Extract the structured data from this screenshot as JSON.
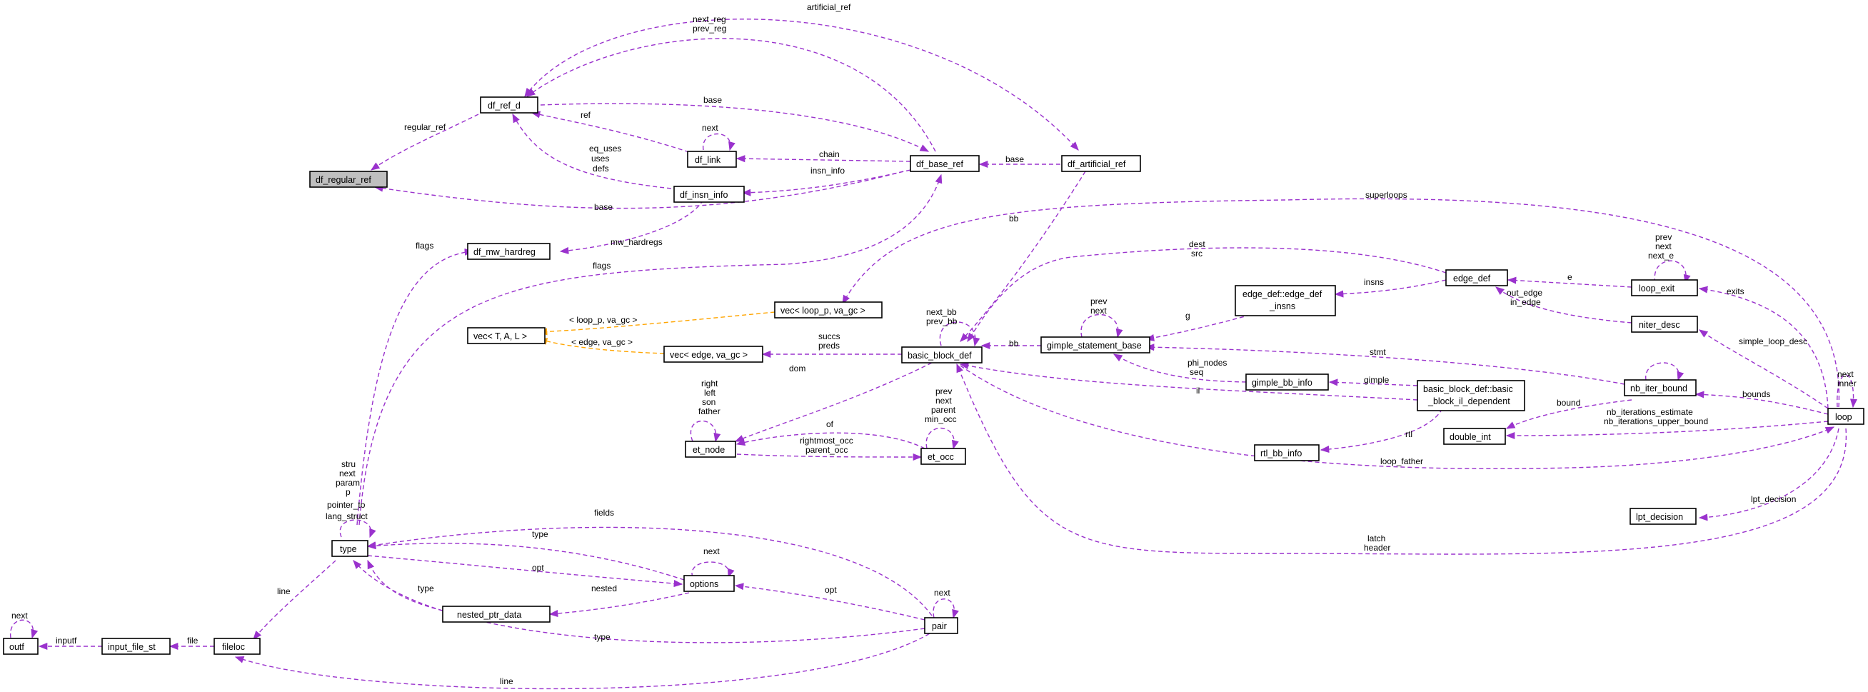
{
  "nodes": {
    "dfl_regular_ref": "df_regular_ref",
    "dfl_ref_d": "df_ref_d",
    "dfl_link": "df_link",
    "dfl_insn_info": "df_insn_info",
    "dfl_base_ref": "df_base_ref",
    "dfl_artificial_ref": "df_artificial_ref",
    "dfl_mw_hardreg": "df_mw_hardreg",
    "vec_loop_p": "vec< loop_p, va_gc >",
    "vec_tal": "vec< T, A, L >",
    "vec_edge": "vec< edge, va_gc >",
    "basic_block_def": "basic_block_def",
    "gimple_statement_base": "gimple_statement_base",
    "edge_def_insns_1": "edge_def::edge_def",
    "edge_def_insns_2": "_insns",
    "edge_def": "edge_def",
    "loop_exit": "loop_exit",
    "niter_desc": "niter_desc",
    "gimple_bb_info": "gimple_bb_info",
    "bb_il_dep_1": "basic_block_def::basic",
    "bb_il_dep_2": "_block_il_dependent",
    "nb_iter_bound": "nb_iter_bound",
    "double_int": "double_int",
    "rtl_bb_info": "rtl_bb_info",
    "loop": "loop",
    "lpt_decision": "lpt_decision",
    "et_node": "et_node",
    "et_occ": "et_occ",
    "type": "type",
    "options": "options",
    "nested_ptr_data": "nested_ptr_data",
    "pair": "pair",
    "outf": "outf",
    "input_file_st": "input_file_st",
    "fileloc": "fileloc"
  },
  "labels": {
    "artificial_ref": "artificial_ref",
    "next_reg": "next_reg",
    "prev_reg": "prev_reg",
    "regular_ref": "regular_ref",
    "base_top": "base",
    "ref": "ref",
    "next_dflink": "next",
    "eq_uses": "eq_uses",
    "uses": "uses",
    "defs": "defs",
    "chain": "chain",
    "insn_info": "insn_info",
    "base_art": "base",
    "base_reg": "base",
    "superloops": "superloops",
    "flags_mw": "flags",
    "mw_hardregs": "mw_hardregs",
    "flags_type": "flags",
    "bb": "bb",
    "dest": "dest",
    "src": "src",
    "prev_le": "prev",
    "next_le": "next",
    "next_e": "next_e",
    "insns": "insns",
    "e": "e",
    "exits": "exits",
    "prev_gs": "prev",
    "next_gs": "next",
    "g": "g",
    "out_edge": "out_edge",
    "in_edge": "in_edge",
    "loop_p_tmpl": "< loop_p, va_gc >",
    "edge_tmpl": "< edge, va_gc >",
    "next_bb": "next_bb",
    "prev_bb": "prev_bb",
    "succs": "succs",
    "preds": "preds",
    "bb_gs": "bb",
    "stmt": "stmt",
    "simple_loop_desc": "simple_loop_desc",
    "next_nb": "next",
    "next_loop": "next",
    "inner": "inner",
    "phi_nodes": "phi_nodes",
    "seq": "seq",
    "gimple": "gimple",
    "bounds": "bounds",
    "bound": "bound",
    "dom": "dom",
    "il": "il",
    "nb_iterations_estimate": "nb_iterations_estimate",
    "nb_iterations_upper_bound": "nb_iterations_upper_bound",
    "right": "right",
    "left": "left",
    "son": "son",
    "father": "father",
    "prev_occ": "prev",
    "next_occ": "next",
    "parent_occ": "parent",
    "min_occ": "min_occ",
    "of": "of",
    "rightmost_occ": "rightmost_occ",
    "parent_occ2": "parent_occ",
    "rtl": "rtl",
    "loop_father": "loop_father",
    "lpt_decision": "lpt_decision",
    "stru": "stru",
    "next_type": "next",
    "param": "param",
    "p": "p",
    "pointer_to": "pointer_to",
    "lang_struct": "lang_struct",
    "fields": "fields",
    "type_opt": "type",
    "opt_type": "opt",
    "next_opt": "next",
    "latch": "latch",
    "header": "header",
    "line_type": "line",
    "type_nested": "type",
    "nested": "nested",
    "opt_pair": "opt",
    "next_pair": "next",
    "next_outf": "next",
    "inputf": "inputf",
    "file": "file",
    "type_pair": "type",
    "line_pair": "line"
  }
}
